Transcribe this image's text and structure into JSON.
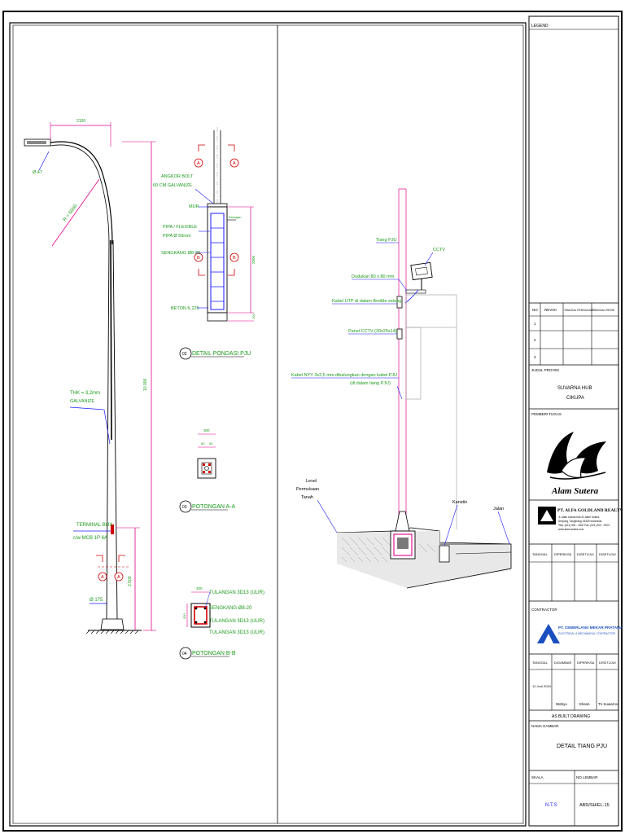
{
  "colors": {
    "ink": "#000000",
    "magenta": "#e0008a",
    "green": "#1a9a1a",
    "red": "#d40000",
    "blue": "#1a1aff",
    "cyan": "#1aa8c8",
    "lightgray": "#bdbdbd"
  },
  "pole_elevation": {
    "dim_top": "2100",
    "dim_height": "10.000",
    "dim_low": "2.500",
    "radius_label": "R = 6000",
    "lamp_dia": "Ø 47",
    "thk_label_1": "THK = 3,2mm",
    "thk_label_2": "GALVANIZE",
    "terminal_box_1": "TERMINAL BOX",
    "terminal_box_2": "c/w MCB 1P 6A",
    "base_dia": "Ø 175",
    "section_mark": "A"
  },
  "foundation": {
    "anchor_bolt_1": "ANGKOR BOLT",
    "anchor_bolt_2": "60 CM GALVANIZE",
    "mur": "MUR",
    "pipe_1": "PIPA / FLEXIBLE",
    "pipe_2": "PIPA Ø 50mm",
    "stirrup": "SENGKANG Ø8-20",
    "concrete": "BETON K.225",
    "side_note": "Tulangan",
    "dim_side": "2000",
    "dim_side_2": "100",
    "mark_a": "A",
    "mark_b": "B",
    "detail_no": "02",
    "detail_title": "DETAIL PONDASI PJU"
  },
  "section_aa": {
    "dim_top": "300",
    "dim_a": "50",
    "dim_b": "50",
    "detail_no": "03",
    "title": "POTONGAN A-A"
  },
  "section_bb": {
    "dim_top": "300",
    "dim_side": "300",
    "rebar_1": "TULANGAN 3D13 (ULIR)",
    "stirrup": "SENGKANG Ø8-20",
    "rebar_2": "TULANGAN 3D13 (ULIR)",
    "rebar_3": "TULANGAN 3D13 (ULIR)",
    "detail_no": "04",
    "title": "POTONGAN B-B"
  },
  "cctv_detail": {
    "pole": "Tiang PJU",
    "cctv": "CCTV",
    "bracket": "Dudukan 80 x 80 mm",
    "utp": "Kabel UTP di dalam flexible selang",
    "panel": "Panel CCTV (30x25x14)",
    "cable_1": "Kabel NYY 3x2,5 mm dibalungkan dengan kabel PJU",
    "cable_2": "(di dalam tiang PJU)",
    "ground_1": "Level",
    "ground_2": "Permukaan",
    "ground_3": "Tanah",
    "kanstin": "Kanstin",
    "road": "Jalan"
  },
  "title_block": {
    "legend_label": "LEGEND",
    "revision_headers": [
      "NO",
      "REVISI",
      "TANGGAL PENGAJUAN",
      "TANGGAL REVISI"
    ],
    "revision_rows": [
      "1",
      "2",
      "3"
    ],
    "project_label": "JUDUL PROYEK",
    "project_name": "SUVARNA HUB",
    "project_location": "CIKUPA",
    "owner_label": "PEMBERI TUGAS",
    "owner_logo_text": "Alam Sutera",
    "owner_company": "PT. ALFA GOLDLAND REALTY",
    "owner_addr_1": "Jl. Alam Utama Kav.31 Alam Sutera",
    "owner_addr_2": "Serpong, Tangerang 15325 Indonesia",
    "owner_addr_3": "Telp: (021) 304 - 2002  Fax: (021) 304 - 2003",
    "owner_addr_4": "www.alam-sutera.com",
    "sign_headers_1": [
      "TANGGAL",
      "DIPERIKSA",
      "DISETUJUI",
      "DISETUJUI"
    ],
    "contractor_label": "CONTRACTOR",
    "contractor_name": "PT. CEMERLANG MEKAR PRATAMA",
    "contractor_sub": "ELECTRICAL & MECHANICAL CONTRACTOR",
    "sign_headers_2": [
      "TANGGAL",
      "DIGAMBAR",
      "DIPERIKSA",
      "DISETUJUI"
    ],
    "date": "12 Juni 2024",
    "drawn_by": "Wahyu",
    "checked_by": "Eksan",
    "approved_by": "Tri Suwarno",
    "status": "AS BUILT DRAWING",
    "drawing_label": "NAMA GAMBAR",
    "drawing_name": "DETAIL TIANG PJU",
    "scale_label": "SKALA",
    "sheet_label": "NO LEMBAR",
    "scale": "N.T.S",
    "sheet_no": "ABD/SH/EL-15"
  }
}
